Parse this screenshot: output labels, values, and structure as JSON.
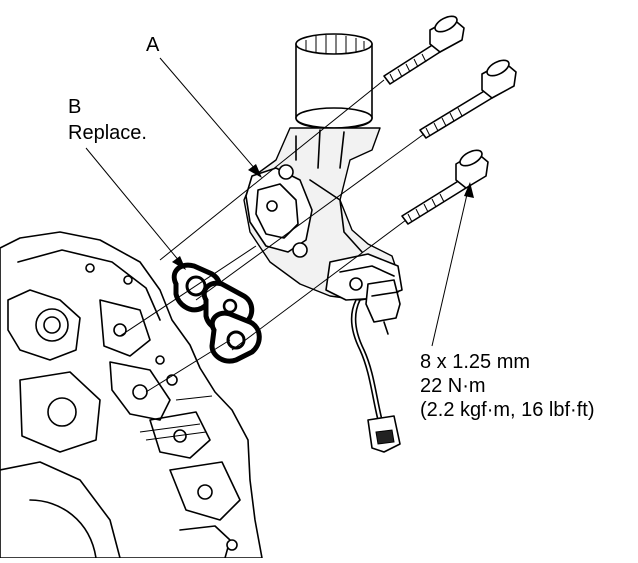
{
  "callouts": {
    "a_label": "A",
    "b_label": "B",
    "b_note": "Replace."
  },
  "torque_spec": {
    "size": "8 x 1.25 mm",
    "torque_nm": "22 N·m",
    "torque_alt": "(2.2 kgf·m, 16 lbf·ft)"
  }
}
